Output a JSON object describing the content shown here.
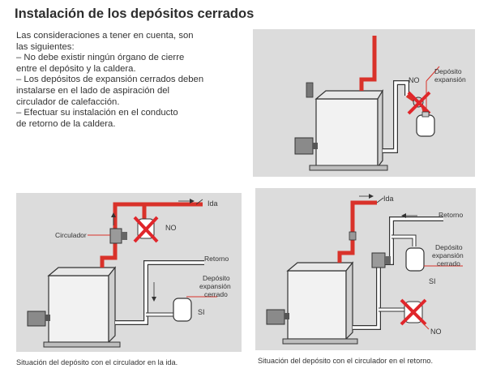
{
  "title": "Instalación de los depósitos cerrados",
  "intro": {
    "lines": [
      "Las consideraciones a tener en cuenta, son",
      "las siguientes:",
      "– No debe existir ningún órgano de cierre",
      "   entre el depósito y la caldera.",
      "– Los depósitos de expansión cerrados deben",
      "   instalarse en el lado de aspiración del",
      "   circulador de calefacción.",
      "– Efectuar su instalación en el conducto",
      "   de retorno de la caldera."
    ]
  },
  "diagram_top": {
    "no": "NO",
    "deposito_line1": "Depósito",
    "deposito_line2": "expansión"
  },
  "diagram_left": {
    "ida": "Ida",
    "no": "NO",
    "circulador": "Circulador",
    "retorno": "Retorno",
    "deposito_line1": "Depósito",
    "deposito_line2": "expansión",
    "deposito_line3": "cerrado",
    "si": "SI",
    "caption": "Situación del depósito con el circulador en la ida."
  },
  "diagram_right": {
    "ida": "Ida",
    "retorno": "Retorno",
    "deposito_line1": "Depósito",
    "deposito_line2": "expansión",
    "deposito_line3": "cerrado",
    "si": "SI",
    "no": "NO",
    "caption": "Situación del depósito con el circulador en el retorno."
  },
  "colors": {
    "panel": "#dcdcdc",
    "pipe_hot": "#d9322a",
    "pipe_cold": "#ffffff",
    "cross": "#e0262b",
    "boiler": "#f2f2f2"
  }
}
